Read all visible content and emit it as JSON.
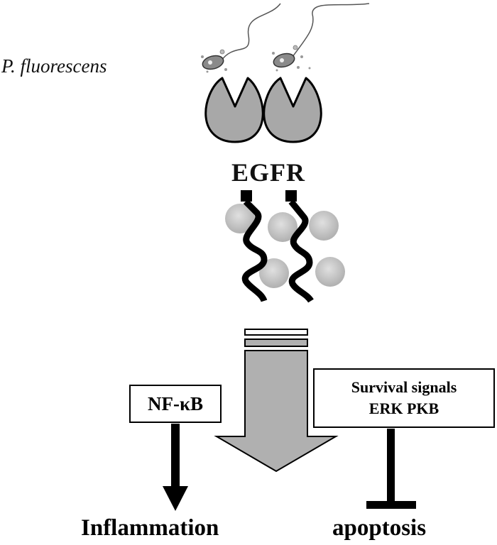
{
  "labels": {
    "bacterium": "P. fluorescens",
    "receptor": "EGFR",
    "nfkb": "NF-κB",
    "survival_line1": "Survival signals",
    "survival_line2": "ERK PKB",
    "inflammation": "Inflammation",
    "apoptosis": "apoptosis"
  },
  "colors": {
    "receptor_fill": "#a8a8a8",
    "arrow_fill": "#b0b0b0",
    "stroke": "#000000",
    "signal_dot": "#c8c8c8"
  },
  "relations": [
    {
      "from": "nfkb",
      "to": "inflammation",
      "type": "activation"
    },
    {
      "from": "survival",
      "to": "apoptosis",
      "type": "inhibition"
    }
  ]
}
